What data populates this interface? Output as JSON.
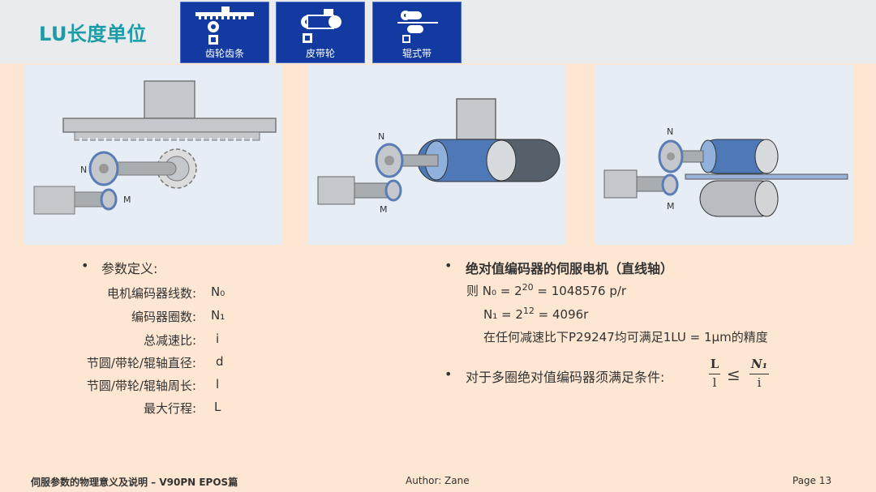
{
  "header": {
    "title": "LU长度单位",
    "tabs": [
      {
        "label": "齿轮齿条",
        "icon": "gear-rack-icon"
      },
      {
        "label": "皮带轮",
        "icon": "belt-pulley-icon"
      },
      {
        "label": "辊式带",
        "icon": "roller-belt-icon"
      }
    ]
  },
  "diagrams": {
    "rack": {
      "n": "N",
      "m": "M"
    },
    "belt": {
      "n": "N",
      "m": "M"
    },
    "roller": {
      "n": "N",
      "m": "M"
    }
  },
  "left": {
    "bullet": "参数定义:",
    "rows": [
      {
        "k": "电机编码器线数:",
        "v": "N₀"
      },
      {
        "k": "编码器圈数:",
        "v": "N₁"
      },
      {
        "k": "总减速比:",
        "v": "i"
      },
      {
        "k": "节圆/带轮/辊轴直径:",
        "v": "d"
      },
      {
        "k": "节圆/带轮/辊轴周长:",
        "v": "l"
      },
      {
        "k": "最大行程:",
        "v": "L"
      }
    ]
  },
  "right": {
    "bullet1": "绝对值编码器的伺服电机（直线轴）",
    "line1_prefix": "则 N₀ = ",
    "line1_base": "2",
    "line1_exp": "20",
    "line1_suffix": " = 1048576 p/r",
    "line2_prefix": "N₁ = ",
    "line2_base": "2",
    "line2_exp": "12",
    "line2_suffix": " = 4096r",
    "line3": "在任何减速比下P29247均可满足1LU = 1μm的精度",
    "bullet2": "对于多圈绝对值编码器须满足条件:",
    "frac1_num": "L",
    "frac1_den": "l",
    "leq": "≤",
    "frac2_num": "N₁",
    "frac2_den": "i"
  },
  "footer": {
    "left": "伺服参数的物理意义及说明 – V90PN EPOS篇",
    "center": "Author:  Zane",
    "right": "Page  13"
  }
}
